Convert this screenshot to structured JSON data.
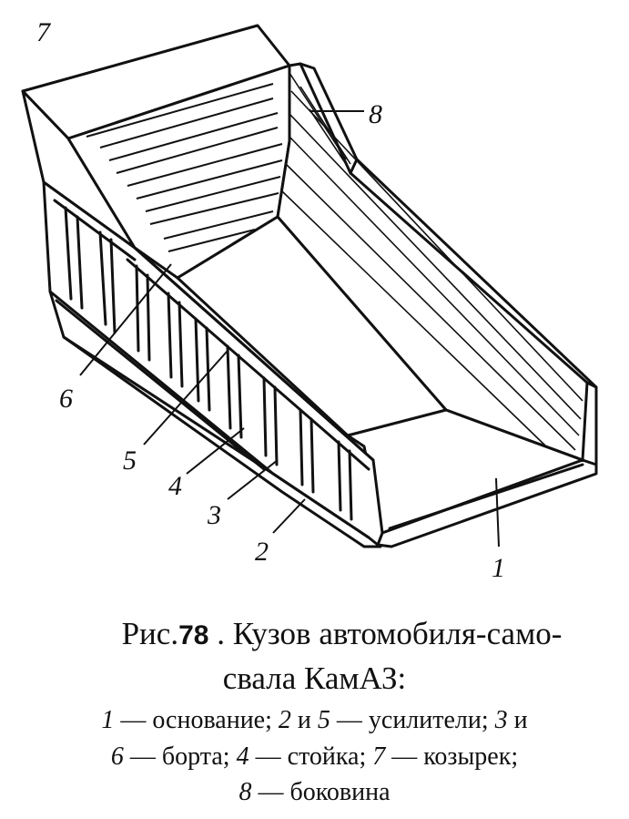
{
  "figure": {
    "callouts": [
      {
        "id": "7",
        "label": "7"
      },
      {
        "id": "8",
        "label": "8"
      },
      {
        "id": "6",
        "label": "6"
      },
      {
        "id": "5",
        "label": "5"
      },
      {
        "id": "4",
        "label": "4"
      },
      {
        "id": "3",
        "label": "3"
      },
      {
        "id": "2",
        "label": "2"
      },
      {
        "id": "1",
        "label": "1"
      }
    ]
  },
  "caption": {
    "prefix": "Рис.",
    "number": "78",
    "title_line1": " . Кузов автомобиля-само-",
    "title_line2": "свала КамАЗ:",
    "legend": [
      {
        "num": "1",
        "sep": " — ",
        "text": "основание; "
      },
      {
        "num": "2",
        "sep": " и ",
        "text": ""
      },
      {
        "num": "5",
        "sep": " — ",
        "text": "усилители; "
      },
      {
        "num": "3",
        "sep": " и",
        "text": ""
      },
      {
        "num": "6",
        "sep": " — ",
        "text": "борта; "
      },
      {
        "num": "4",
        "sep": " — ",
        "text": "стойка; "
      },
      {
        "num": "7",
        "sep": " — ",
        "text": "козырек;"
      },
      {
        "num": "8",
        "sep": " — ",
        "text": "боковина"
      }
    ]
  }
}
